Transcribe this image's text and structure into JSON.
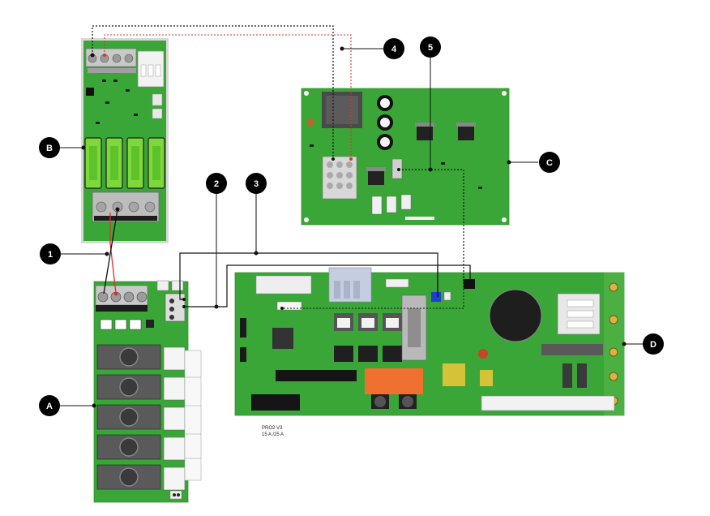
{
  "callouts": {
    "c1": {
      "label": "1"
    },
    "c2": {
      "label": "2"
    },
    "c3": {
      "label": "3"
    },
    "c4": {
      "label": "4"
    },
    "c5": {
      "label": "5"
    },
    "cA": {
      "label": "A"
    },
    "cB": {
      "label": "B"
    },
    "cC": {
      "label": "C"
    },
    "cD": {
      "label": "D"
    }
  },
  "board_d": {
    "caption_line1": "PRO2 V3",
    "caption_line2": "15 A /25 A"
  },
  "colors": {
    "pcb_green": "#3aa637",
    "pcb_dark": "#2b8a2e",
    "wire_red": "#e0302a",
    "wire_black": "#111111",
    "callout_fill": "#000000"
  }
}
